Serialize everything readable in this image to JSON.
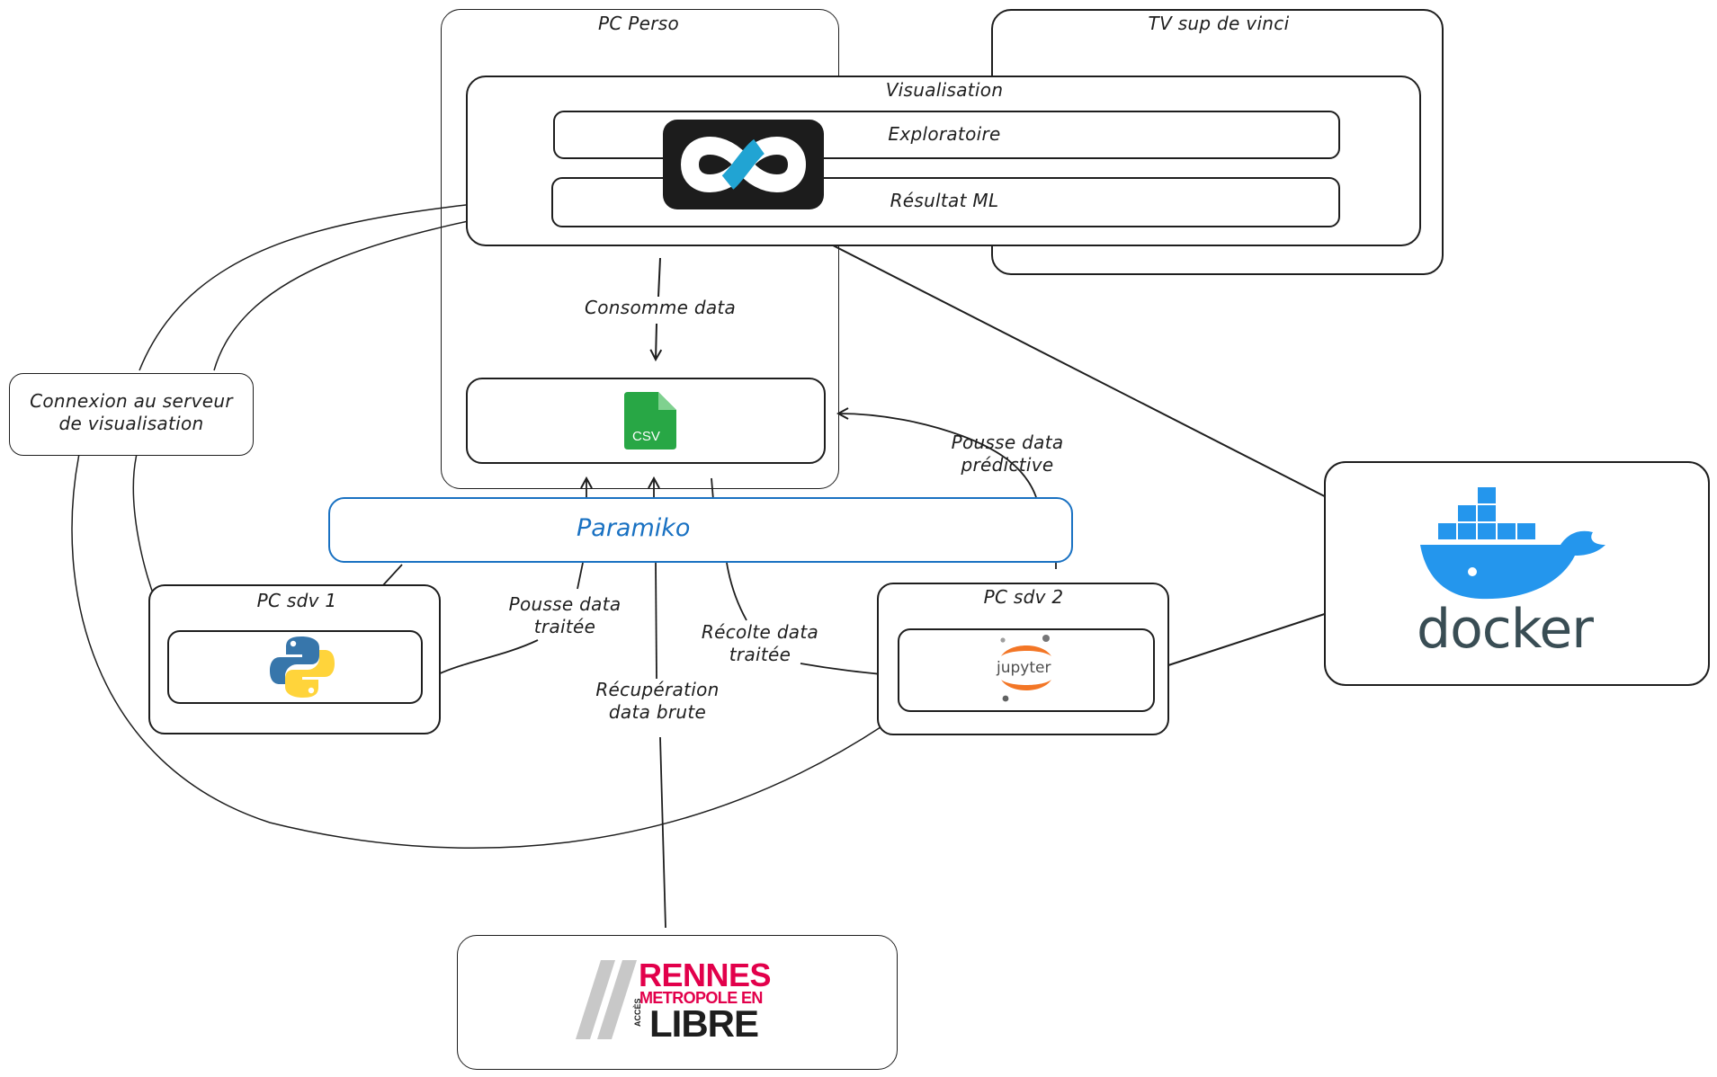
{
  "groups": {
    "pc_perso": "PC Perso",
    "tv_sup": "TV sup de vinci",
    "visualisation": "Visualisation",
    "pc_sdv1": "PC sdv 1",
    "pc_sdv2": "PC sdv 2"
  },
  "visualisation_items": {
    "exploratoire": "Exploratoire",
    "resultat_ml": "Résultat ML"
  },
  "nodes": {
    "connexion": "Connexion au serveur de visualisation",
    "paramiko": "Paramiko",
    "docker": "docker",
    "jupyter": "jupyter",
    "csv": "CSV",
    "rennes_line1": "RENNES",
    "rennes_line2": "METROPOLE EN",
    "rennes_acces": "ACCÈS",
    "rennes_line3": "LIBRE"
  },
  "edges": {
    "consomme": "Consomme data",
    "pousse_predictive": "Pousse data prédictive",
    "pousse_traitee": "Pousse data traitée",
    "recolte_traitee": "Récolte data traitée",
    "recuperation_brute": "Récupération data brute"
  },
  "colors": {
    "stroke": "#1e1e1e",
    "paramiko": "#1971c2",
    "docker_blue": "#2496ed",
    "docker_dark": "#394d54",
    "csv_green": "#28a745",
    "jupyter_orange": "#f37626",
    "rennes_red": "#e2004b",
    "rennes_grey": "#c8c8c8",
    "python_blue": "#3776ab",
    "python_yellow": "#ffd43b",
    "metabase_dark": "#1c1c1c",
    "metabase_cyan": "#21a4d3"
  }
}
